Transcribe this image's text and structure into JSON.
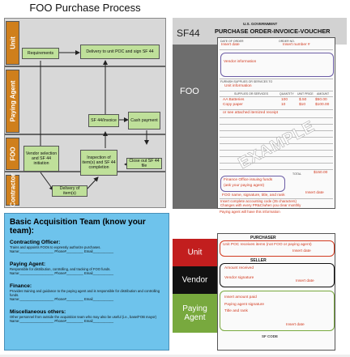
{
  "process": {
    "title": "FOO Purchase Process",
    "lanes": [
      "Unit",
      "Paying Agent",
      "FOO",
      "Contractor"
    ],
    "boxes": {
      "requirements": "Requirements",
      "delivery_to_unit": "Delivery to unit POC and sign SF 44",
      "sf44_invoice": "SF 44/Invoice",
      "cash_payment": "Cash payment",
      "vendor_selection": "Vendor selection and SF 44 initiation",
      "inspection": "Inspection of item(s) and SF 44 completion",
      "close_out": "Close out SF 44 file",
      "delivery_items": "Delivery of item(s)"
    }
  },
  "team": {
    "title": "Basic Acquisition Team (know your team):",
    "sections": [
      {
        "heading": "Contracting Officer:",
        "desc": "Trains and appoints FOOs to expressly authorize purchases.",
        "fields": "Name:__________________ Phone#_________ Email___________"
      },
      {
        "heading": "Paying Agent:",
        "desc": "Responsible for distribution, controlling, and tracking of FOO funds.",
        "fields": "Name:__________________ Phone#_________ Email___________"
      },
      {
        "heading": "Finance:",
        "desc": "Provides training and guidance to the paying agent and is responsible for distribution and controlling funds.",
        "fields": "Name:__________________ Phone#_________ Email___________"
      },
      {
        "heading": "Miscellaneous others:",
        "desc": "Other personnel from outside the acquisition team who may also be useful (i.e., base/FOB mayor)",
        "fields": "Name:__________________ Phone#_________ Email___________"
      }
    ]
  },
  "sf44": {
    "label": "SF44",
    "gov": "U.S. GOVERNMENT",
    "form_title": "PURCHASE ORDER-INVOICE-VOUCHER",
    "side_label": "FOO",
    "date_cap": "DATE OF ORDER",
    "order_cap": "ORDER NO.",
    "insert_date": "Insert date",
    "insert_num": "Insert number #",
    "vendor_info": "Vendor information",
    "unit_cap": "FURNISH SUPPLIES OR SERVICES TO",
    "unit_info": "Unit information",
    "col_headers": [
      "SUPPLIES OR SERVICES",
      "QUANTITY",
      "UNIT PRICE",
      "AMOUNT"
    ],
    "rows": [
      [
        "AA Batteries",
        "100",
        "$.50",
        "$50.00"
      ],
      [
        "Copy paper",
        "10",
        "$10",
        "$100.00"
      ]
    ],
    "see_attached": "or see attached itemized receipt",
    "example_text": "EXAMPLE",
    "total_cap": "TOTAL",
    "total": "$150.00",
    "finance_office": "Finance Office issuing funds",
    "paying_agent_ask": "(ask your paying agent)",
    "foo_sign": "FOO name, signature, title, and rank",
    "insert_date2": "Insert date",
    "purpose": "Insert complete accounting code (35 characters)",
    "changes": "Changes with every PR&C/when you clear monthly",
    "paying_agent_info": "Paying agent will have this information"
  },
  "bottom": {
    "unit_label": "Unit",
    "vendor_label": "Vendor",
    "paying_agent_label": "Paying Agent",
    "purchaser": "PURCHASER",
    "unit_poc": "Unit POC receives items (not FOO or paying agent)",
    "insert_date": "Insert date",
    "seller": "SELLER",
    "amount_received": "Amount received",
    "vendor_sign": "Vendor signature",
    "insert_date_v": "Insert date",
    "insert_amount": "Insert amount paid",
    "pa_sign": "Paying agent signature",
    "title_rank": "Title and rank",
    "insert_date_p": "Insert date",
    "form_code": "SF CODE"
  }
}
